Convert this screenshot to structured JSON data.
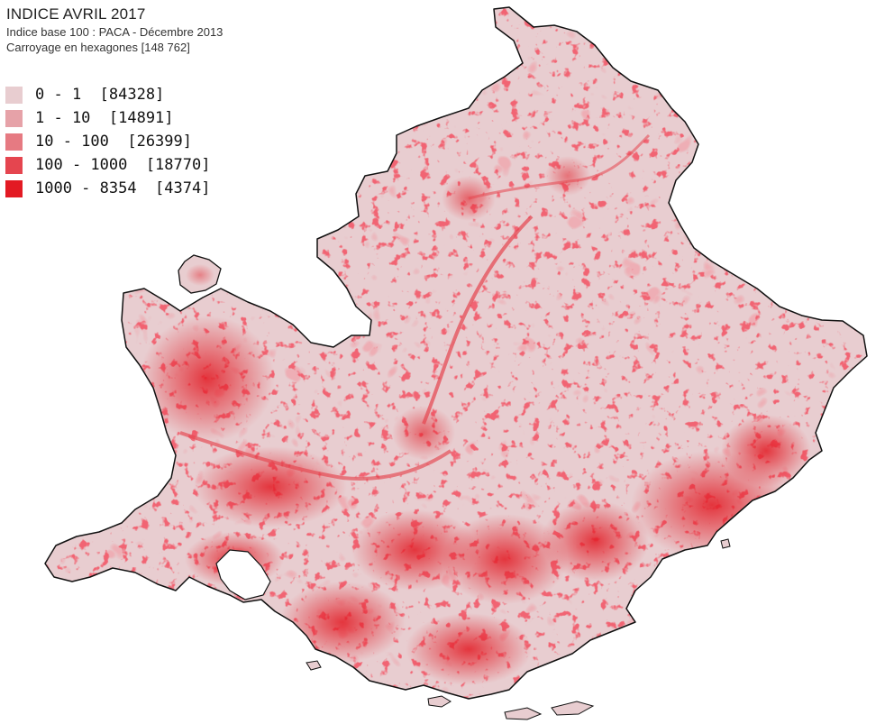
{
  "map": {
    "title": "INDICE AVRIL 2017",
    "subtitle_1": "Indice base 100 : PACA - Décembre 2013",
    "subtitle_2": "Carroyage en hexagones [148 762]",
    "base_color": "#e8cdd0",
    "outline_color": "#111111",
    "legend": [
      {
        "label": "0 - 1  [84328]",
        "color": "#e8cdd0"
      },
      {
        "label": "1 - 10  [14891]",
        "color": "#e6a2a8"
      },
      {
        "label": "10 - 100  [26399]",
        "color": "#e67a82"
      },
      {
        "label": "100 - 1000  [18770]",
        "color": "#e5454f"
      },
      {
        "label": "1000 - 8354  [4374]",
        "color": "#e31a23"
      }
    ]
  }
}
